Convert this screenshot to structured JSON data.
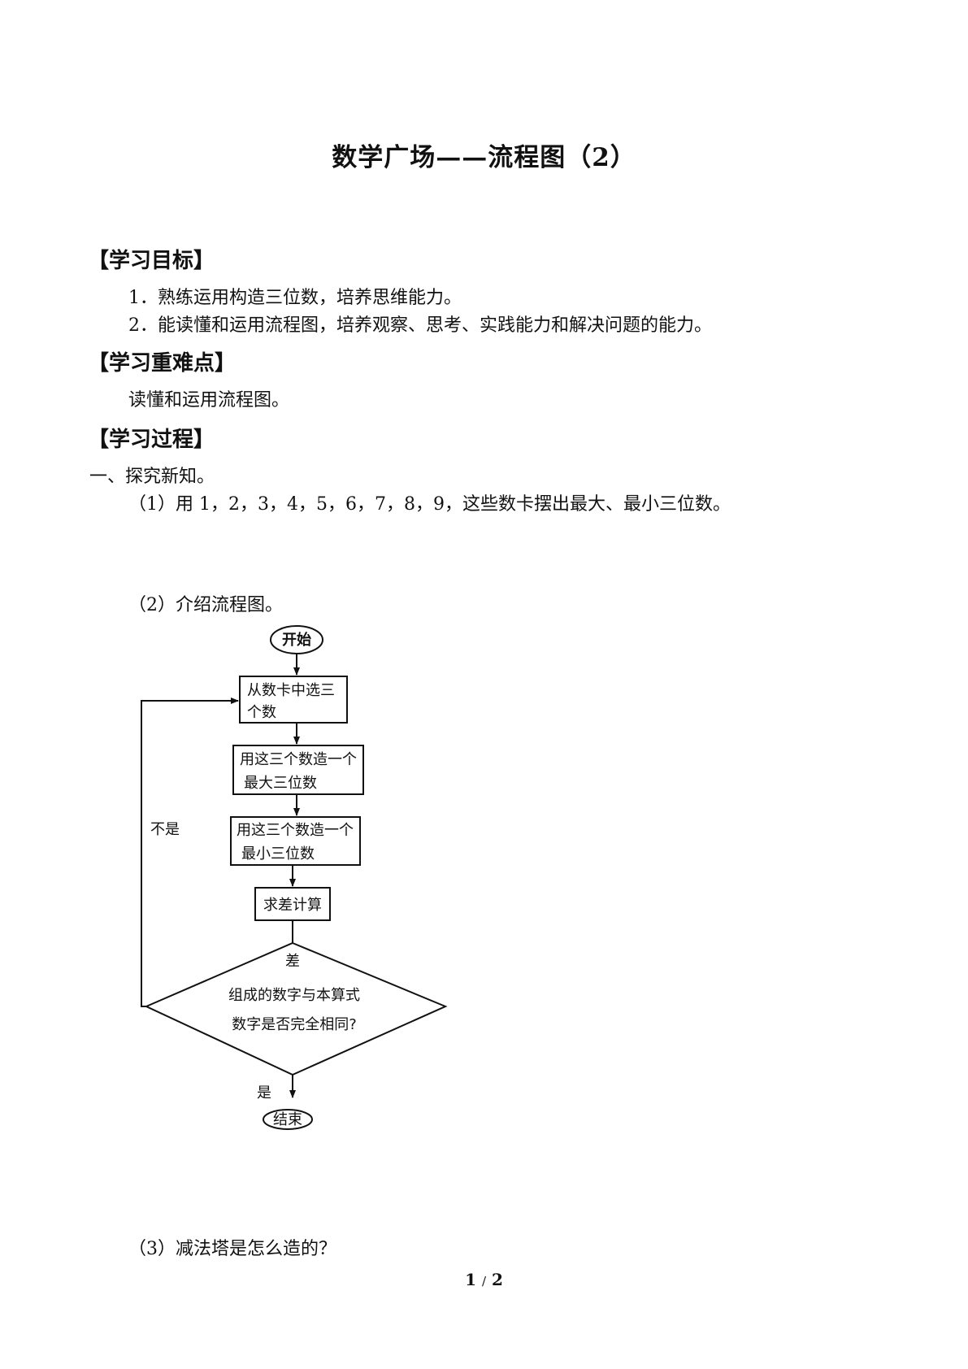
{
  "title": "数学广场——流程图（2）",
  "sections": {
    "objectives": {
      "heading": "【学习目标】",
      "items": [
        "1．熟练运用构造三位数，培养思维能力。",
        "2．能读懂和运用流程图，培养观察、思考、实践能力和解决问题的能力。"
      ]
    },
    "key_points": {
      "heading": "【学习重难点】",
      "text": "读懂和运用流程图。"
    },
    "process": {
      "heading": "【学习过程】",
      "part1": "一、探究新知。",
      "q1": "（1）用 1，2，3，4，5，6，7，8，9，这些数卡摆出最大、最小三位数。",
      "q2": "（2）介绍流程图。",
      "q3": "（3）减法塔是怎么造的？"
    }
  },
  "flowchart": {
    "start": "开始",
    "step1": [
      "从数卡中选三",
      "个数"
    ],
    "step2": [
      "用这三个数造一个",
      "最大三位数"
    ],
    "step3": [
      "用这三个数造一个",
      "最小三位数"
    ],
    "step4": "求差计算",
    "diff_label": "差",
    "decision": [
      "组成的数字与本算式",
      "数字是否完全相同?"
    ],
    "no_label": "不是",
    "yes_label": "是",
    "end": "结束"
  },
  "footer": {
    "page_current": "1",
    "page_sep": "/",
    "page_total": "2"
  }
}
